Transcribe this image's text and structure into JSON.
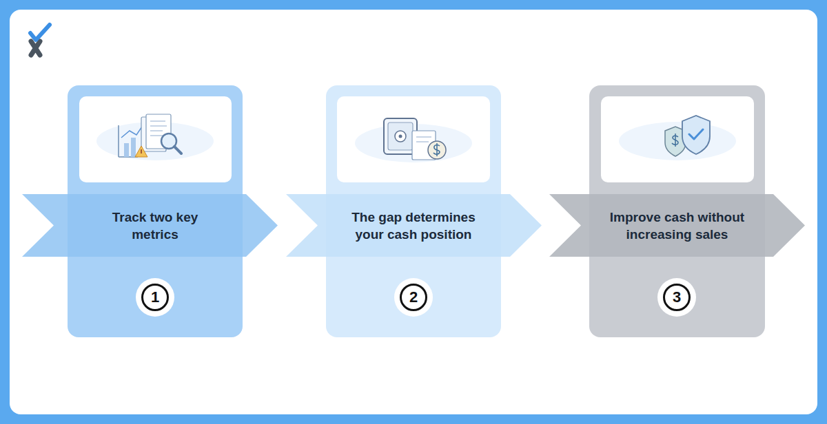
{
  "diagram": {
    "nodes": [
      {
        "text": [
          "Track two key metrics"
        ]
      },
      {
        "text": [
          "1"
        ]
      },
      {
        "text": [
          "The gap determines your cash position"
        ]
      },
      {
        "text": [
          "2"
        ]
      },
      {
        "text": [
          "Improve cash without increasing sales"
        ]
      },
      {
        "text": [
          "3"
        ]
      }
    ]
  }
}
